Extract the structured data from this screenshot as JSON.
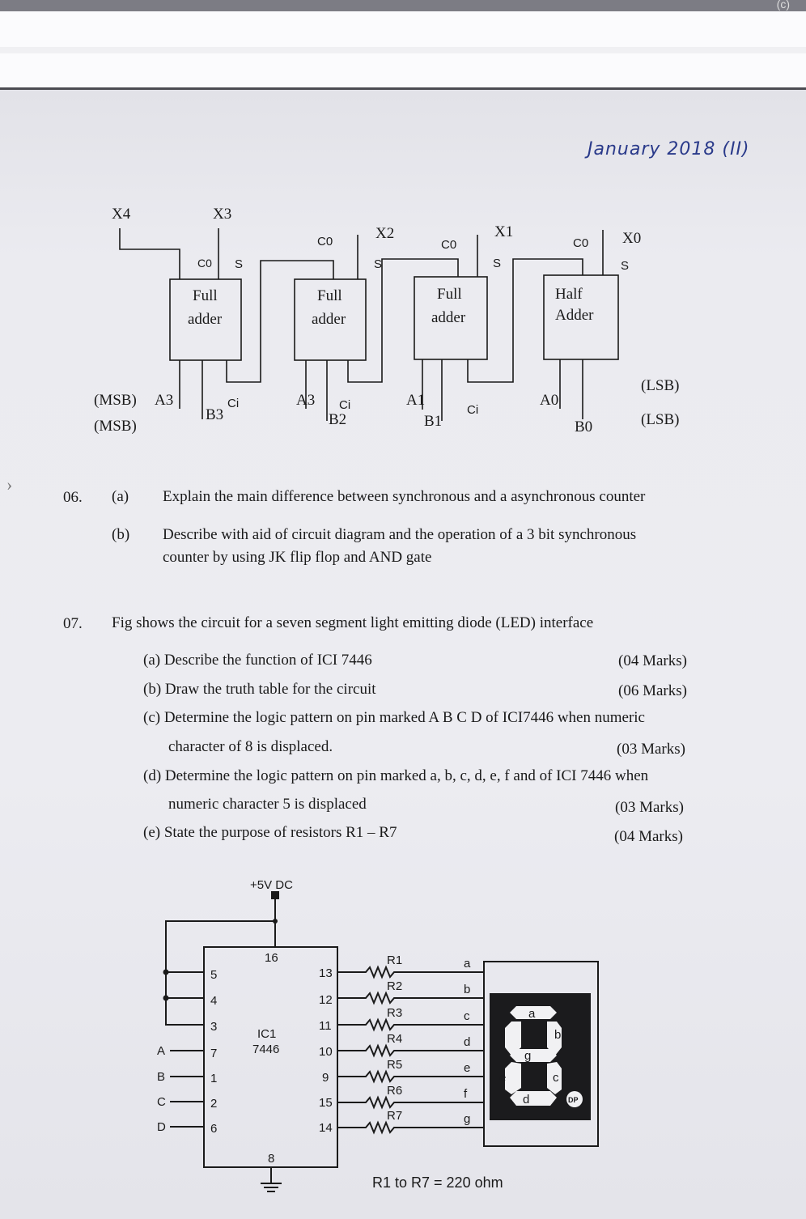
{
  "page": {
    "corner_label": "(c)",
    "handwritten_note": "January 2018 (II)"
  },
  "adder_diagram": {
    "blocks": [
      {
        "label_line1": "Full",
        "label_line2": "adder"
      },
      {
        "label_line1": "Full",
        "label_line2": "adder"
      },
      {
        "label_line1": "Full",
        "label_line2": "adder"
      },
      {
        "label_line1": "Half",
        "label_line2": "Adder"
      }
    ],
    "outputs": [
      "X4",
      "X3",
      "X2",
      "X1",
      "X0"
    ],
    "carry_out": "C0",
    "carry_in": "Ci",
    "sum": "S",
    "inputs_a": [
      "A3",
      "A3",
      "A1",
      "A0"
    ],
    "inputs_b": [
      "B3",
      "B2",
      "B1",
      "B0"
    ],
    "msb_label": "(MSB)",
    "lsb_label": "(LSB)"
  },
  "q06": {
    "number": "06.",
    "parts": [
      {
        "label": "(a)",
        "text": "Explain the main difference between synchronous and a asynchronous counter"
      },
      {
        "label": "(b)",
        "text_line1": "Describe with aid of circuit diagram and the operation of a 3 bit synchronous",
        "text_line2": "counter by using JK flip flop and AND gate"
      }
    ]
  },
  "q07": {
    "number": "07.",
    "intro": "Fig shows the circuit for a seven segment light emitting diode (LED) interface",
    "parts": [
      {
        "text": "(a) Describe the function of ICI 7446",
        "marks": "(04 Marks)"
      },
      {
        "text": "(b) Draw the truth table for the circuit",
        "marks": "(06 Marks)"
      },
      {
        "text": "(c) Determine the logic pattern on pin marked A B C D of ICI7446 when numeric",
        "text2": "character of 8 is displaced.",
        "marks": "(03 Marks)"
      },
      {
        "text": "(d) Determine the logic pattern on pin marked a, b, c, d, e, f and of ICI 7446 when",
        "text2": "numeric character 5 is displaced",
        "marks": "(03 Marks)"
      },
      {
        "text": "(e) State the purpose of resistors R1 – R7",
        "marks": "(04 Marks)"
      }
    ]
  },
  "led_circuit": {
    "supply": "+5V DC",
    "ic_name": "IC1",
    "ic_part": "7446",
    "vcc_pin": "16",
    "gnd_pin": "8",
    "left_pins": [
      "5",
      "4",
      "3",
      "7",
      "1",
      "2",
      "6"
    ],
    "inputs": [
      "A",
      "B",
      "C",
      "D"
    ],
    "right_pins": [
      "13",
      "12",
      "11",
      "10",
      "9",
      "15",
      "14"
    ],
    "resistors": [
      "R1",
      "R2",
      "R3",
      "R4",
      "R5",
      "R6",
      "R7"
    ],
    "segment_lines": [
      "a",
      "b",
      "c",
      "d",
      "e",
      "f",
      "g"
    ],
    "display_segments": {
      "a": "a",
      "b": "b",
      "c": "c",
      "d": "d",
      "e": "e",
      "f": "f",
      "g": "g",
      "dp": "DP"
    },
    "note": "R1 to R7 = 220 ohm"
  }
}
